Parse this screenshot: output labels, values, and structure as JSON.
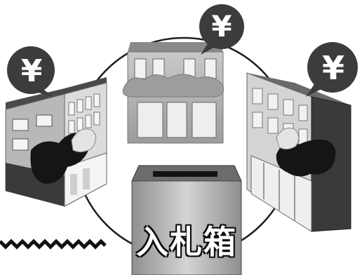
{
  "ballot_box": {
    "label": "入札箱"
  },
  "bubbles": {
    "left": "¥",
    "top": "¥",
    "right": "¥"
  },
  "colors": {
    "background": "#ffffff",
    "dark": "#2b2b2b",
    "mid_gray": "#9a9a9a",
    "light_gray": "#cfcfcf",
    "box_gray": "#b9b9b9"
  },
  "icons": [
    "yen-speech-bubble",
    "building",
    "raised-arm",
    "ballot-box"
  ]
}
